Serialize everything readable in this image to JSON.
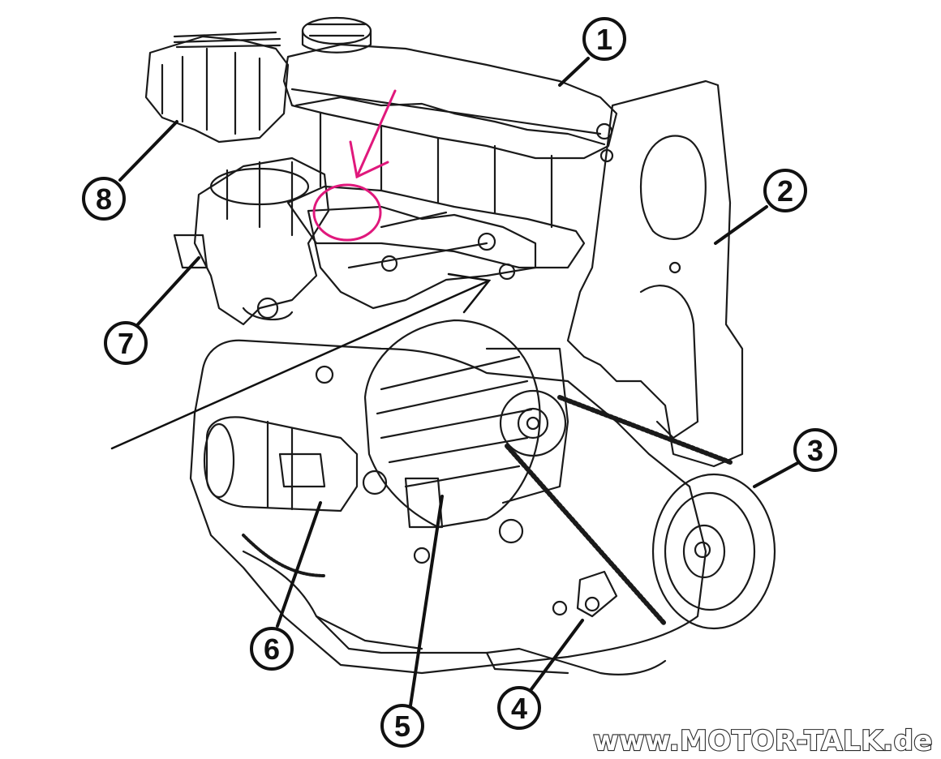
{
  "callouts": [
    {
      "id": "1",
      "label": "1"
    },
    {
      "id": "2",
      "label": "2"
    },
    {
      "id": "3",
      "label": "3"
    },
    {
      "id": "4",
      "label": "4"
    },
    {
      "id": "5",
      "label": "5"
    },
    {
      "id": "6",
      "label": "6"
    },
    {
      "id": "7",
      "label": "7"
    },
    {
      "id": "8",
      "label": "8"
    }
  ],
  "watermark": "www.MOTOR-TALK.de",
  "colors": {
    "line": "#1a1a1a",
    "highlight": "#e0187c",
    "background": "#ffffff"
  }
}
